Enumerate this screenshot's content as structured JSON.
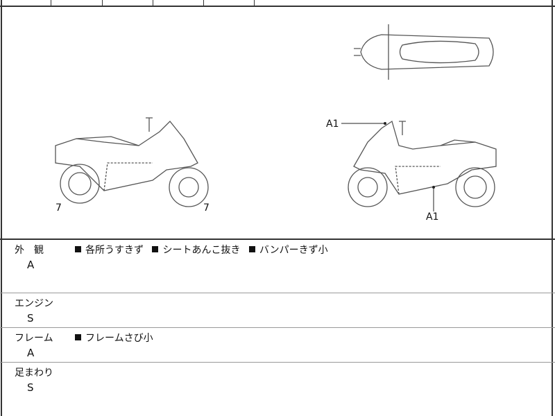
{
  "diagram": {
    "labels": {
      "left_front": "7",
      "left_rear": "7",
      "right_top": "A1",
      "right_bottom": "A1"
    }
  },
  "rows": [
    {
      "category": "外　観",
      "grade": "A",
      "notes": [
        "各所うすきず",
        "シートあんこ抜き",
        "バンパーきず小"
      ]
    },
    {
      "category": "エンジン",
      "grade": "S",
      "notes": []
    },
    {
      "category": "フレーム",
      "grade": "A",
      "notes": [
        "フレームさび小"
      ]
    },
    {
      "category": "足まわり",
      "grade": "S",
      "notes": []
    }
  ]
}
